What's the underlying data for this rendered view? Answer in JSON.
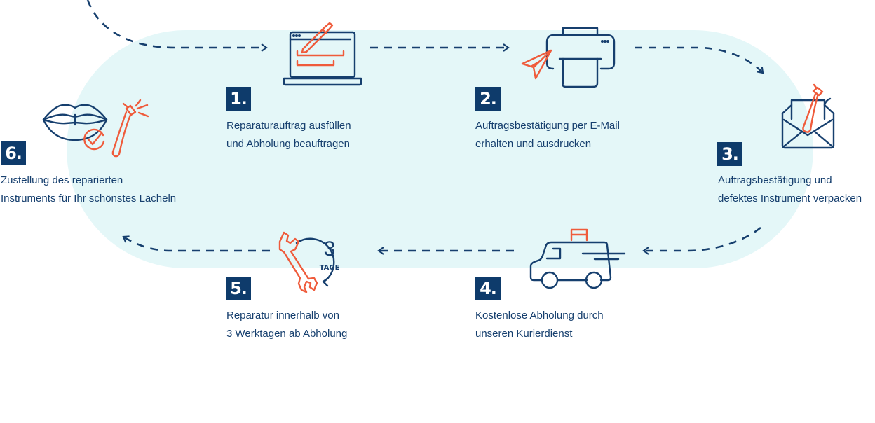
{
  "colors": {
    "navy": "#163f6e",
    "badge": "#0e3b6b",
    "accent": "#ef5b3b",
    "background_pill": "#e4f7f8"
  },
  "steps": [
    {
      "number": "1.",
      "icon": "laptop-form-icon",
      "lines": [
        "Reparaturauftrag ausfüllen",
        "und Abholung beauftragen"
      ]
    },
    {
      "number": "2.",
      "icon": "printer-email-icon",
      "lines": [
        "Auftragsbestätigung per E-Mail",
        "erhalten und ausdrucken"
      ]
    },
    {
      "number": "3.",
      "icon": "envelope-instrument-icon",
      "lines": [
        "Auftragsbestätigung und",
        "defektes Instrument verpacken"
      ]
    },
    {
      "number": "4.",
      "icon": "courier-van-icon",
      "lines": [
        "Kostenlose Abholung durch",
        "unseren Kurierdienst"
      ]
    },
    {
      "number": "5.",
      "icon": "wrench-3-days-icon",
      "lines": [
        "Reparatur innerhalb von",
        "3 Werktagen ab Abholung"
      ]
    },
    {
      "number": "6.",
      "icon": "smile-instrument-check-icon",
      "lines": [
        "Zustellung des reparierten",
        "Instruments für Ihr schönstes Lächeln"
      ]
    }
  ],
  "repair_icon": {
    "days": "3",
    "unit": "TAGE"
  }
}
